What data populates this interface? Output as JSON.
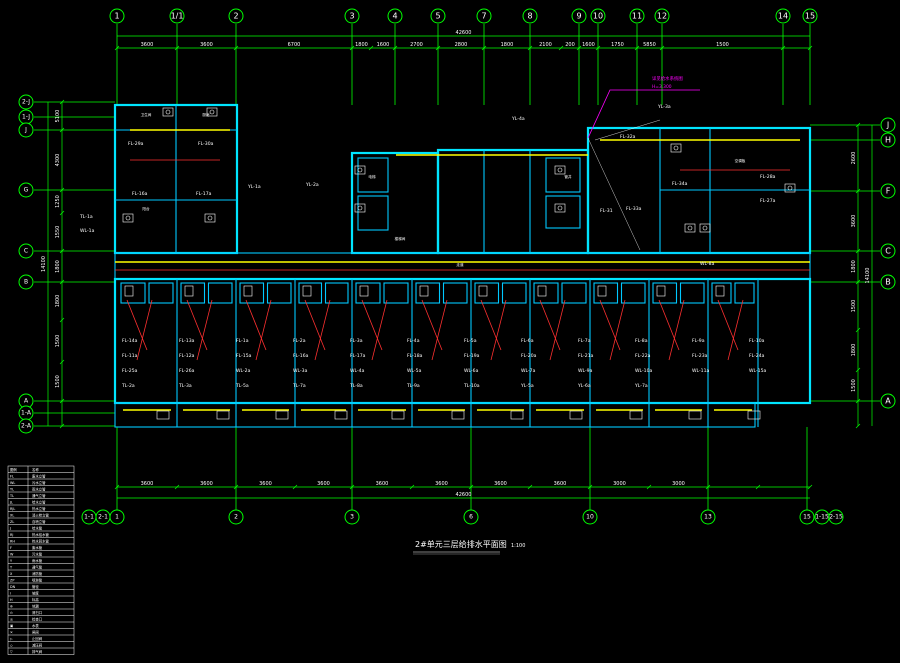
{
  "title": {
    "text": "2#单元三层给排水平面图",
    "scale": "1:100"
  },
  "colors": {
    "background": "#000000",
    "grid": "#00ff00",
    "walls": "#00e5ff",
    "drain_pipe": "#ff3030",
    "water_pipe": "#ffff00",
    "annotation": "#ff00ff",
    "text": "#ffffff"
  },
  "grid": {
    "top_axes": [
      "1",
      "1/1",
      "2",
      "3",
      "4",
      "5",
      "7",
      "8",
      "9",
      "10",
      "11",
      "12",
      "14",
      "15"
    ],
    "bottom_axes": [
      "1-1",
      "2-1",
      "1",
      "2",
      "3",
      "6",
      "10",
      "13",
      "15",
      "1-15",
      "2-15"
    ],
    "left_axes": [
      "2-J",
      "1-J",
      "J",
      "G",
      "C",
      "B",
      "A",
      "1-A",
      "2-A"
    ],
    "right_axes": [
      "J",
      "H",
      "F",
      "C",
      "B",
      "A"
    ]
  },
  "dimensions": {
    "top_total": "42600",
    "top_segments": [
      "3600",
      "3600",
      "6700",
      "1800",
      "1600",
      "2700",
      "2800",
      "1800",
      "2100",
      "200",
      "1600",
      "1750",
      "5850",
      "1500"
    ],
    "bottom_total": "42600",
    "bottom_segments": [
      "3600",
      "3600",
      "3600",
      "3600",
      "3600",
      "3600",
      "3600",
      "3600",
      "3000",
      "3000"
    ],
    "left_segments": [
      "5100",
      "4300",
      "1250",
      "1550",
      "1800",
      "1800",
      "1500",
      "1500"
    ],
    "left_total": "14100",
    "right_segments": [
      "2600",
      "3600",
      "1800",
      "1500",
      "1800",
      "1500"
    ],
    "right_total": "14100"
  },
  "annotations": {
    "magenta_note": "详见给水系统图",
    "elevation": "H=3.300",
    "pipe_tags_north": [
      "FL-29a",
      "FL-30a",
      "FL-16a",
      "FL-17a",
      "YL-1a",
      "TL-1a",
      "WL-1a",
      "YL-2a",
      "FL-31",
      "FL-32a",
      "YL-3a",
      "FL-28a",
      "FL-27a",
      "WL-8a",
      "FL-33a",
      "FL-34a",
      "YL-4a"
    ],
    "pipe_tags_south": [
      "FL-14a",
      "FL-13a",
      "FL-1a",
      "FL-2a",
      "FL-3a",
      "FL-4a",
      "FL-5a",
      "FL-6a",
      "FL-7a",
      "FL-8a",
      "FL-9a",
      "FL-10a",
      "FL-11a",
      "FL-12a",
      "FL-15a",
      "FL-16a",
      "FL-17a",
      "FL-18a",
      "FL-19a",
      "FL-20a",
      "FL-21a",
      "FL-22a",
      "FL-23a",
      "FL-24a",
      "FL-25a",
      "FL-26a",
      "WL-2a",
      "WL-3a",
      "WL-4a",
      "WL-5a",
      "WL-6a",
      "WL-7a",
      "WL-9a",
      "WL-10a",
      "WL-11a",
      "WL-15a",
      "TL-2a",
      "TL-3a",
      "TL-5a",
      "TL-7a",
      "TL-8a",
      "TL-9a",
      "TL-10a",
      "YL-5a",
      "YL-6a",
      "YL-7a"
    ],
    "room_labels": [
      "卫生间",
      "厨房",
      "阳台",
      "电梯",
      "楼梯间",
      "走道",
      "管井",
      "空调板"
    ]
  },
  "legend": {
    "rows": [
      [
        "FL",
        "废水立管"
      ],
      [
        "WL",
        "污水立管"
      ],
      [
        "YL",
        "雨水立管"
      ],
      [
        "TL",
        "通气立管"
      ],
      [
        "JL",
        "给水立管"
      ],
      [
        "RJL",
        "热水立管"
      ],
      [
        "XL",
        "消火栓立管"
      ],
      [
        "ZL",
        "自喷立管"
      ],
      [
        "J",
        "给水管"
      ],
      [
        "RJ",
        "热水给水管"
      ],
      [
        "RH",
        "热水回水管"
      ],
      [
        "F",
        "废水管"
      ],
      [
        "W",
        "污水管"
      ],
      [
        "Y",
        "雨水管"
      ],
      [
        "T",
        "通气管"
      ],
      [
        "X",
        "消防管"
      ],
      [
        "ZP",
        "喷淋管"
      ],
      [
        "DN",
        "管径"
      ],
      [
        "i",
        "坡度"
      ],
      [
        "H",
        "标高"
      ],
      [
        "⊕",
        "地漏"
      ],
      [
        "⊙",
        "清扫口"
      ],
      [
        "◎",
        "检查口"
      ],
      [
        "▣",
        "水表"
      ],
      [
        "✕",
        "闸阀"
      ],
      [
        "▷",
        "止回阀"
      ],
      [
        "◇",
        "减压阀"
      ],
      [
        "▽",
        "排气阀"
      ]
    ],
    "header": [
      "图例",
      "名称"
    ]
  }
}
